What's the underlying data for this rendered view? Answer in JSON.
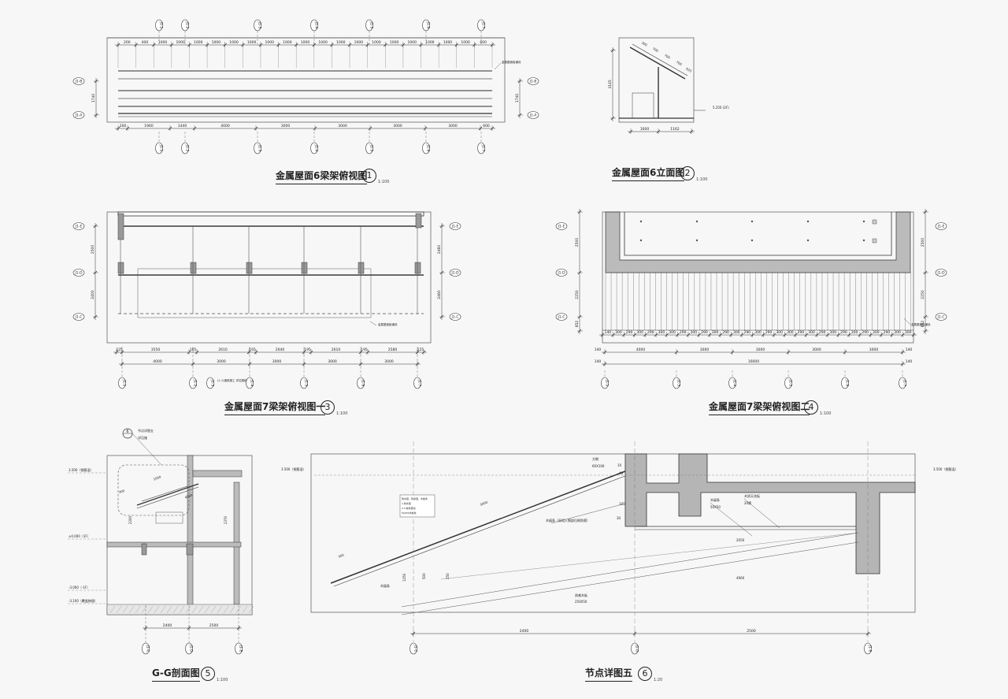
{
  "drawings": {
    "d1": {
      "title": "金属屋面6梁架俯视图",
      "number": "1",
      "scale": "1:100",
      "dims_top": [
        "200",
        "400",
        "1000",
        "1000",
        "1000",
        "1000",
        "1000",
        "1000",
        "1000",
        "1000",
        "1000",
        "1000",
        "1000",
        "1000",
        "1000",
        "1000",
        "1000",
        "1000",
        "1000",
        "1000",
        "600",
        "200"
      ],
      "dims_bottom": [
        "200",
        "1960",
        "1440",
        "4000",
        "3000",
        "3000",
        "3000",
        "3000",
        "600",
        "200"
      ],
      "dim_left": "1740",
      "dim_right": "1740",
      "note": "金属屋面板铺设"
    },
    "d2": {
      "title": "金属屋面6立面图",
      "number": "2",
      "scale": "1:100",
      "dims_top": [
        "300",
        "700",
        "700",
        "700",
        "625"
      ],
      "dim_left": "3145",
      "level": "5.250 (2F)",
      "dims_bottom": [
        "1600",
        "1162"
      ]
    },
    "d3": {
      "title": "金属屋面7梁架俯视图一",
      "number": "3",
      "scale": "1:100",
      "dims_row1": [
        "225",
        "3550",
        "165",
        "2610",
        "165",
        "2040",
        "195",
        "2610",
        "195",
        "2580",
        "225"
      ],
      "dims_row2": [
        "4000",
        "3000",
        "3000",
        "3000",
        "3000"
      ],
      "dim_left": [
        "2500",
        "2400"
      ],
      "dim_right": [
        "2460",
        "2460"
      ],
      "note": "金属屋面板铺设",
      "note2": "(1-1)钢架施工 详见图纸"
    },
    "d4": {
      "title": "金属屋面7梁架俯视图二",
      "number": "4",
      "scale": "1:100",
      "dims_row1": [
        "140",
        "300",
        "290",
        "300",
        "290",
        "300",
        "300",
        "290",
        "300",
        "290",
        "300",
        "290",
        "300",
        "290",
        "300",
        "290",
        "300",
        "300",
        "290",
        "300",
        "290",
        "300",
        "290",
        "300",
        "290",
        "300",
        "290",
        "300",
        "300",
        "140"
      ],
      "dims_row2": [
        "4000",
        "3000",
        "3000",
        "3000",
        "3000"
      ],
      "dims_row3": [
        "16000"
      ],
      "side_dim": "140",
      "dim_left": [
        "2500",
        "2250",
        "852"
      ],
      "dim_right": [
        "2500",
        "2250",
        "852"
      ],
      "note": "金属屋面板铺设"
    },
    "d5": {
      "title": "G-G剖面图",
      "number": "5",
      "scale": "1:100",
      "callout_num": "6",
      "callout_line1": "节点详图五",
      "callout_line2": "详见施",
      "levels": [
        "3.500（钢筋混）",
        "±0.000（1F）",
        "-3.000（-1F）",
        "-3.100（覆盖物理）"
      ],
      "dims": [
        "1000",
        "300",
        "2200",
        "2370",
        "4080"
      ],
      "dims_bottom": [
        "2400",
        "2500"
      ]
    },
    "d6": {
      "title": "节点详图五",
      "number": "6",
      "scale": "1:20",
      "level_left": "3.500（钢筋混）",
      "level_right": "3.500（钢筋混）",
      "labels": [
        "方钢",
        "60X100",
        "木檩条（采用入钢部位刷防腐）",
        "木檩条",
        "50X50",
        "木质天花板",
        "20厚",
        "10",
        "30",
        "2050",
        "4960",
        "3000",
        "300",
        "1250",
        "500",
        "250",
        "木檩条",
        "质感木板",
        "250X50",
        "40",
        "100"
      ],
      "legend": [
        "防水层、防腐层、木檩条",
        "1.防水层",
        "2.3.檩条部位",
        "50X50木檩条"
      ],
      "dims_bottom": [
        "2400",
        "2500"
      ]
    }
  },
  "axes": {
    "d1": [
      "J1-1",
      "J1-2",
      "J1-3",
      "J1-4",
      "J1-5",
      "J1-6",
      "J1-7"
    ],
    "d1_rows": [
      "J1-B",
      "J1-A"
    ],
    "d3": [
      "J1-1",
      "J1-2",
      "J1-3",
      "J1-4",
      "J1-5",
      "J1-6",
      "J1-7"
    ],
    "d3_rows": [
      "J1-E",
      "J1-D",
      "J1-C"
    ],
    "d4": [
      "J1-1",
      "J1-2",
      "J1-3",
      "J1-4",
      "J1-5",
      "J1-6",
      "J1-7"
    ],
    "d4_rows": [
      "J1-E",
      "J1-D",
      "J1-C"
    ],
    "d5": [
      "J1-C",
      "J1-D",
      "J1-E"
    ],
    "d6": [
      "J1-C",
      "J1-D",
      "J1-E"
    ]
  }
}
